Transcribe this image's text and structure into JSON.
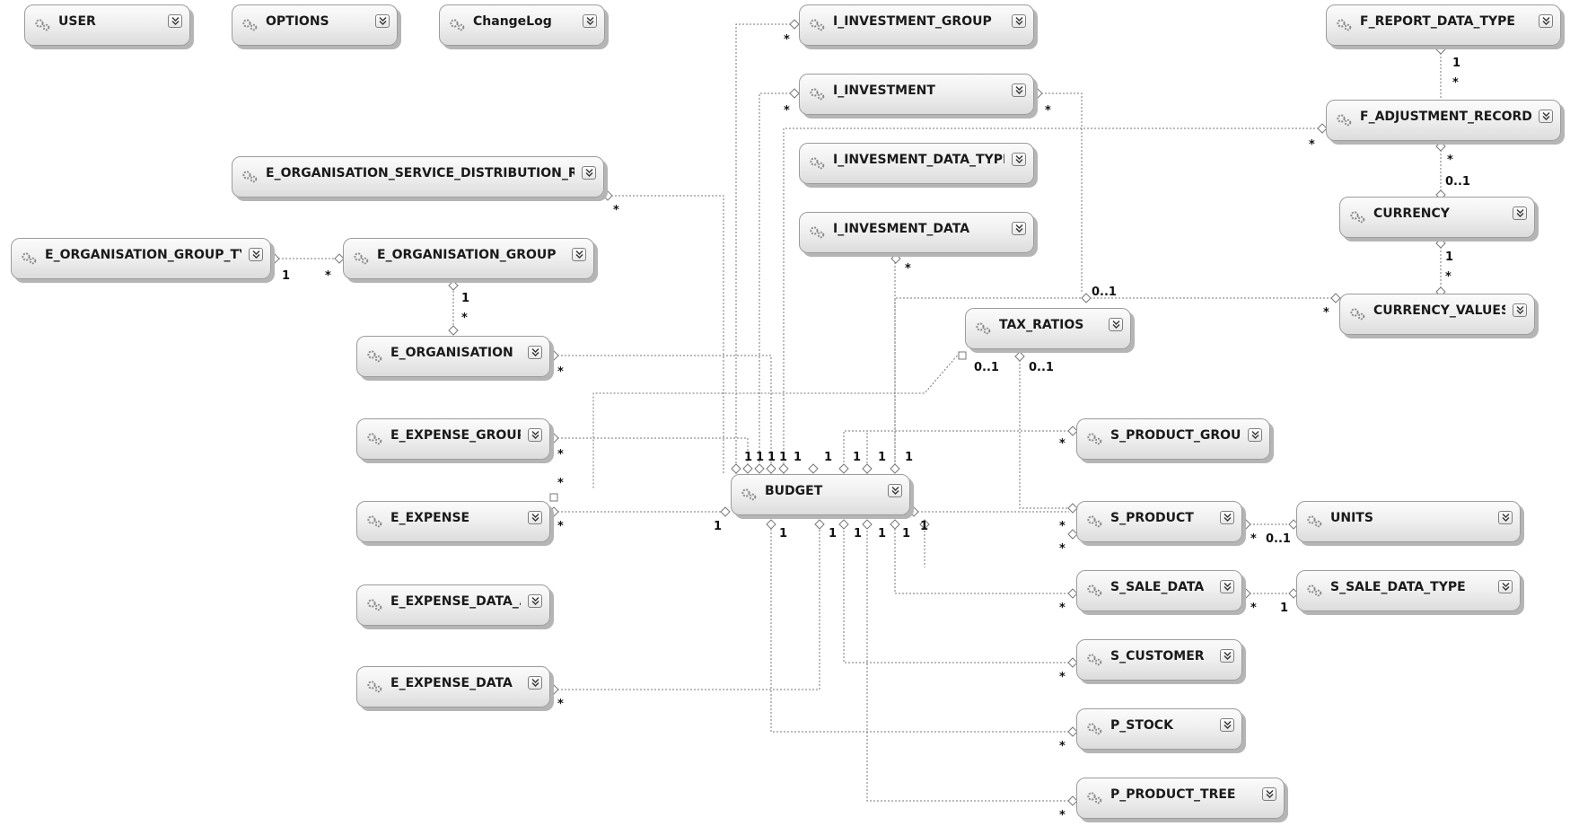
{
  "diagram": {
    "entities": [
      {
        "id": "user",
        "name": "USER"
      },
      {
        "id": "options",
        "name": "OPTIONS"
      },
      {
        "id": "changelog",
        "name": "ChangeLog"
      },
      {
        "id": "i_investment_group",
        "name": "I_INVESTMENT_GROUP"
      },
      {
        "id": "i_investment",
        "name": "I_INVESTMENT"
      },
      {
        "id": "i_invesment_data_type",
        "name": "I_INVESMENT_DATA_TYPE"
      },
      {
        "id": "i_invesment_data",
        "name": "I_INVESMENT_DATA"
      },
      {
        "id": "f_report_data_type",
        "name": "F_REPORT_DATA_TYPE"
      },
      {
        "id": "f_adjustment_records",
        "name": "F_ADJUSTMENT_RECORDS"
      },
      {
        "id": "currency",
        "name": "CURRENCY"
      },
      {
        "id": "currency_values",
        "name": "CURRENCY_VALUES"
      },
      {
        "id": "e_org_service_distribution_ratio",
        "name": "E_ORGANISATION_SERVICE_DISTRIBUTION_RATIO"
      },
      {
        "id": "e_org_group_type",
        "name": "E_ORGANISATION_GROUP_TYPE"
      },
      {
        "id": "e_org_group",
        "name": "E_ORGANISATION_GROUP"
      },
      {
        "id": "e_organisation",
        "name": "E_ORGANISATION"
      },
      {
        "id": "tax_ratios",
        "name": "TAX_RATIOS"
      },
      {
        "id": "e_expense_group",
        "name": "E_EXPENSE_GROUP"
      },
      {
        "id": "e_expense",
        "name": "E_EXPENSE"
      },
      {
        "id": "budget",
        "name": "BUDGET"
      },
      {
        "id": "e_expense_data_type",
        "name": "E_EXPENSE_DATA_..."
      },
      {
        "id": "e_expense_data",
        "name": "E_EXPENSE_DATA"
      },
      {
        "id": "s_product_group",
        "name": "S_PRODUCT_GROUP"
      },
      {
        "id": "s_product",
        "name": "S_PRODUCT"
      },
      {
        "id": "units",
        "name": "UNITS"
      },
      {
        "id": "s_sale_data",
        "name": "S_SALE_DATA"
      },
      {
        "id": "s_sale_data_type",
        "name": "S_SALE_DATA_TYPE"
      },
      {
        "id": "s_customer",
        "name": "S_CUSTOMER"
      },
      {
        "id": "p_stock",
        "name": "P_STOCK"
      },
      {
        "id": "p_product_tree",
        "name": "P_PRODUCT_TREE"
      }
    ],
    "multiplicity_labels": [
      {
        "id": "m_ig_star",
        "text": "*"
      },
      {
        "id": "m_inv_star_l",
        "text": "*"
      },
      {
        "id": "m_inv_star_r",
        "text": "*"
      },
      {
        "id": "m_frdt_1",
        "text": "1"
      },
      {
        "id": "m_frdt_star",
        "text": "*"
      },
      {
        "id": "m_far_star_l",
        "text": "*"
      },
      {
        "id": "m_far_star_b",
        "text": "*"
      },
      {
        "id": "m_cur_01",
        "text": "0..1"
      },
      {
        "id": "m_cur_1",
        "text": "1"
      },
      {
        "id": "m_cv_star_t",
        "text": "*"
      },
      {
        "id": "m_cv_star_l",
        "text": "*"
      },
      {
        "id": "m_cv_01",
        "text": "0..1"
      },
      {
        "id": "m_eosdr_star",
        "text": "*"
      },
      {
        "id": "m_eogt_1",
        "text": "1"
      },
      {
        "id": "m_eog_star",
        "text": "*"
      },
      {
        "id": "m_eog_1",
        "text": "1"
      },
      {
        "id": "m_eo_star_t",
        "text": "*"
      },
      {
        "id": "m_eo_star_r",
        "text": "*"
      },
      {
        "id": "m_iid_star",
        "text": "*"
      },
      {
        "id": "m_tax_01_l",
        "text": "0..1"
      },
      {
        "id": "m_tax_01_r",
        "text": "0..1"
      },
      {
        "id": "m_eeg_star",
        "text": "*"
      },
      {
        "id": "m_ee_star_t",
        "text": "*"
      },
      {
        "id": "m_ee_star_r",
        "text": "*"
      },
      {
        "id": "m_b_top_1a",
        "text": "1"
      },
      {
        "id": "m_b_top_1b",
        "text": "1"
      },
      {
        "id": "m_b_top_1c",
        "text": "1"
      },
      {
        "id": "m_b_top_1d",
        "text": "1"
      },
      {
        "id": "m_b_top_1e",
        "text": "1"
      },
      {
        "id": "m_b_top_1f",
        "text": "1"
      },
      {
        "id": "m_b_top_1g",
        "text": "1"
      },
      {
        "id": "m_b_top_1h",
        "text": "1"
      },
      {
        "id": "m_b_top_1i",
        "text": "1"
      },
      {
        "id": "m_b_left_1",
        "text": "1"
      },
      {
        "id": "m_b_right_1",
        "text": "1"
      },
      {
        "id": "m_b_bot_1a",
        "text": "1"
      },
      {
        "id": "m_b_bot_1b",
        "text": "1"
      },
      {
        "id": "m_b_bot_1c",
        "text": "1"
      },
      {
        "id": "m_b_bot_1d",
        "text": "1"
      },
      {
        "id": "m_b_bot_1e",
        "text": "1"
      },
      {
        "id": "m_spg_star",
        "text": "*"
      },
      {
        "id": "m_sp_star_a",
        "text": "*"
      },
      {
        "id": "m_sp_star_b",
        "text": "*"
      },
      {
        "id": "m_sp_star_r",
        "text": "*"
      },
      {
        "id": "m_units_01",
        "text": "0..1"
      },
      {
        "id": "m_ssd_star_l",
        "text": "*"
      },
      {
        "id": "m_ssd_star_r",
        "text": "*"
      },
      {
        "id": "m_ssdt_1",
        "text": "1"
      },
      {
        "id": "m_sc_star",
        "text": "*"
      },
      {
        "id": "m_eed_star",
        "text": "*"
      },
      {
        "id": "m_ps_star",
        "text": "*"
      },
      {
        "id": "m_ppt_star",
        "text": "*"
      }
    ]
  }
}
